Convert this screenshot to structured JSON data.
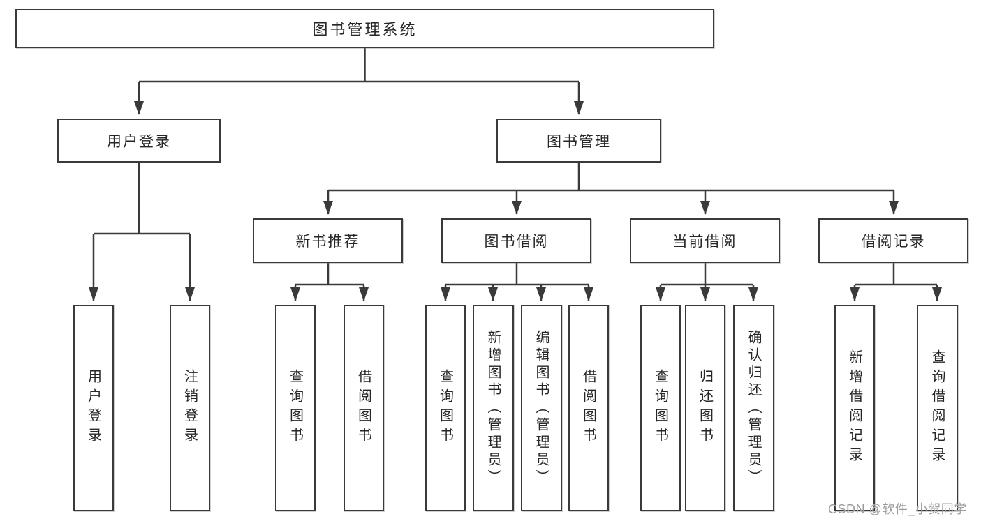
{
  "diagram": {
    "root": {
      "label": "图书管理系统"
    },
    "level2": [
      {
        "label": "用户登录"
      },
      {
        "label": "图书管理"
      }
    ],
    "level3": [
      {
        "label": "新书推荐"
      },
      {
        "label": "图书借阅"
      },
      {
        "label": "当前借阅"
      },
      {
        "label": "借阅记录"
      }
    ],
    "leaves": {
      "user_login": [
        {
          "label": "用户登录"
        },
        {
          "label": "注销登录"
        }
      ],
      "new_book_recommend": [
        {
          "label": "查询图书"
        },
        {
          "label": "借阅图书"
        }
      ],
      "book_borrow": [
        {
          "label": "查询图书"
        },
        {
          "label": "新增图书（管理员）"
        },
        {
          "label": "编辑图书（管理员）"
        },
        {
          "label": "借阅图书"
        }
      ],
      "current_borrow": [
        {
          "label": "查询图书"
        },
        {
          "label": "归还图书"
        },
        {
          "label": "确认归还（管理员）"
        }
      ],
      "borrow_record": [
        {
          "label": "新增借阅记录"
        },
        {
          "label": "查询借阅记录"
        }
      ]
    }
  },
  "watermark": {
    "text": "CSDN @软件_小贺同学"
  },
  "colors": {
    "line": "#3a3a3a",
    "box_border": "#3a3a3a",
    "text": "#262626",
    "watermark_text": "#9c9c9c",
    "background": "#ffffff"
  }
}
